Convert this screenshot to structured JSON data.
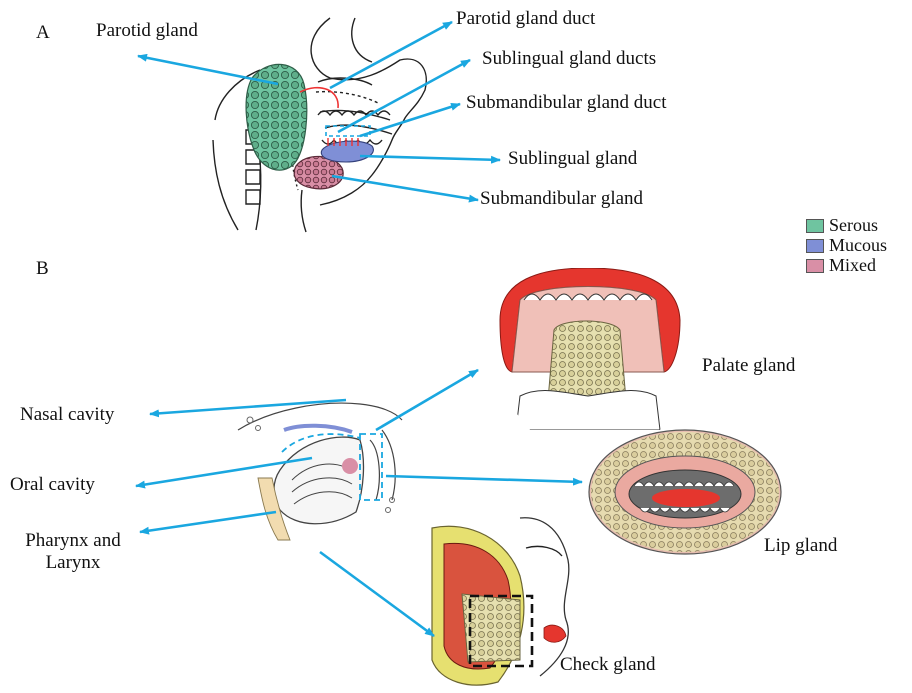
{
  "panels": {
    "a": "A",
    "b": "B"
  },
  "labels_a": {
    "parotid_gland": "Parotid gland",
    "parotid_gland_duct": "Parotid gland duct",
    "sublingual_gland_ducts": "Sublingual gland ducts",
    "submandibular_gland_duct": "Submandibular gland duct",
    "sublingual_gland": "Sublingual gland",
    "submandibular_gland": "Submandibular gland"
  },
  "legend": [
    {
      "label": "Serous",
      "color": "#6fc4a0"
    },
    {
      "label": "Mucous",
      "color": "#7f8fd6"
    },
    {
      "label": "Mixed",
      "color": "#d98fa6"
    }
  ],
  "labels_b": {
    "nasal_cavity": "Nasal cavity",
    "oral_cavity": "Oral cavity",
    "pharynx_line1": "Pharynx and",
    "pharynx_line2": "Larynx",
    "palate_gland": "Palate gland",
    "lip_gland": "Lip gland",
    "check_gland": "Check gland"
  },
  "colors": {
    "arrow": "#1aa7e0",
    "serous": "#5fae8a",
    "mucous": "#7f8fd6",
    "mixed": "#c97a92",
    "muscle": "#d9533e",
    "gland_yellow": "#e6e0b0",
    "tissue_pink": "#eaa9a0"
  }
}
